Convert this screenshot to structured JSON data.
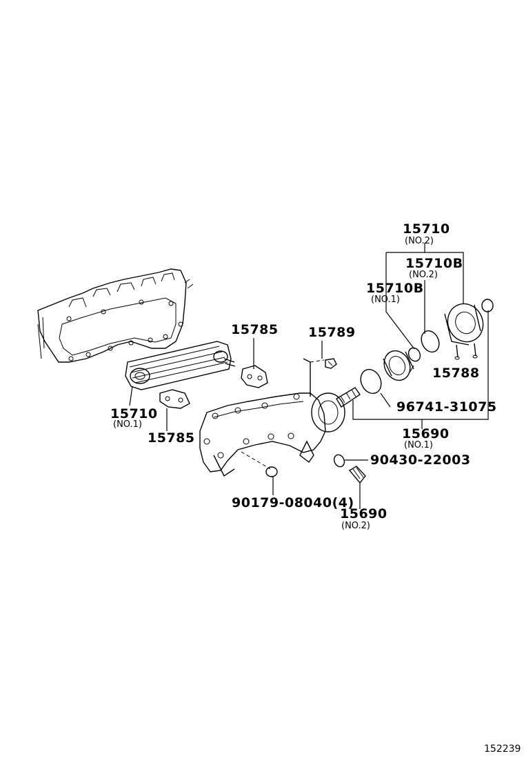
{
  "callouts": [
    {
      "id": "oil-cooler-assy",
      "label": "15710",
      "sub": "(NO.2)"
    },
    {
      "id": "oil-cooler-element-no2",
      "label": "15710B",
      "sub": "(NO.2)"
    },
    {
      "id": "oil-cooler-element-no1",
      "label": "15710B",
      "sub": "(NO.1)"
    },
    {
      "id": "oil-cooler-no1",
      "label": "15710",
      "sub": "(NO.1)"
    },
    {
      "id": "gasket-upper",
      "label": "15785",
      "sub": ""
    },
    {
      "id": "gasket-lower",
      "label": "15785",
      "sub": ""
    },
    {
      "id": "plug-15789",
      "label": "15789",
      "sub": ""
    },
    {
      "id": "part-15788",
      "label": "15788",
      "sub": ""
    },
    {
      "id": "o-ring-96741",
      "label": "96741-31075",
      "sub": ""
    },
    {
      "id": "union-no1",
      "label": "15690",
      "sub": "(NO.1)"
    },
    {
      "id": "gasket-90430",
      "label": "90430-22003",
      "sub": ""
    },
    {
      "id": "nut-90179",
      "label": "90179-08040(4)",
      "sub": ""
    },
    {
      "id": "union-no2",
      "label": "15690",
      "sub": "(NO.2)"
    }
  ],
  "footer_code": "152239"
}
